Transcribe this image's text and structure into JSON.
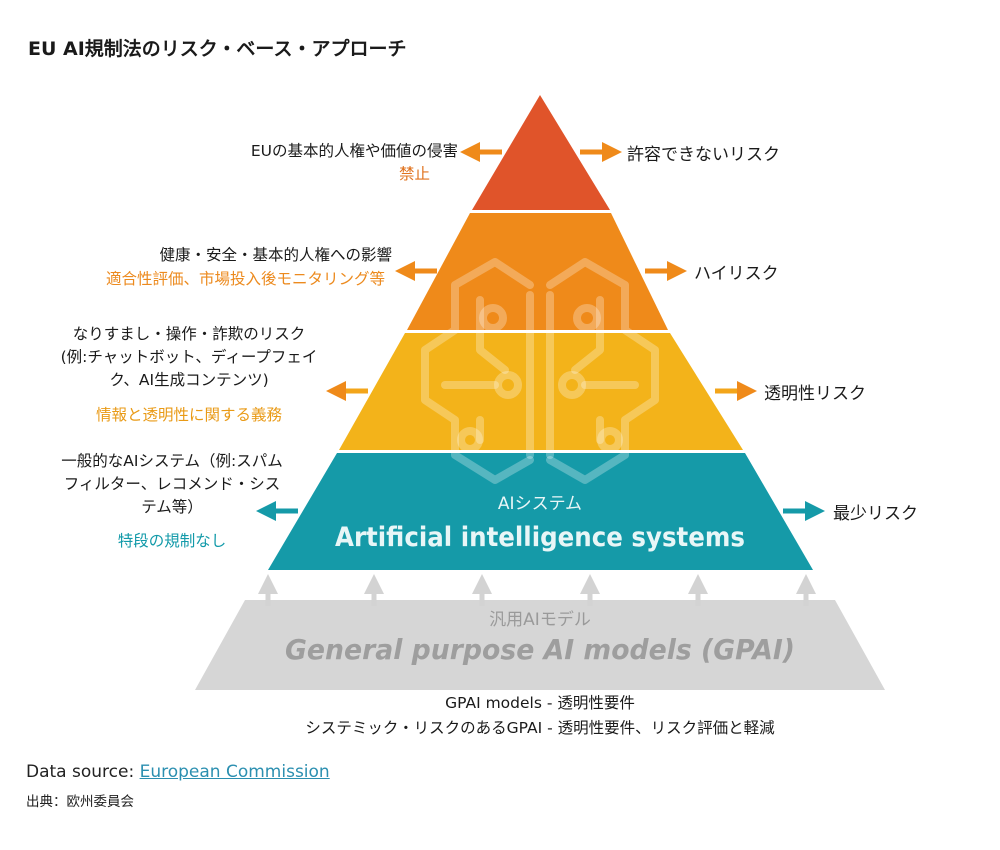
{
  "title": "EU  AI規制法のリスク・ベース・アプローチ",
  "colors": {
    "unacceptable": "#e0542a",
    "high": "#ef8a1a",
    "transparency": "#f3b31a",
    "minimal": "#159aa8",
    "gpai": "#d6d6d6",
    "sub_unacceptable": "#e0731f",
    "sub_high": "#ec8a1e",
    "sub_transparency": "#e99a16",
    "sub_minimal": "#129aa9"
  },
  "tiers": [
    {
      "left_lines": [
        "EUの基本的人権や価値の侵害"
      ],
      "sub": "禁止",
      "right": "許容できないリスク"
    },
    {
      "left_lines": [
        "健康・安全・基本的人権への影響"
      ],
      "sub": "適合性評価、市場投入後モニタリング等",
      "right": "ハイリスク"
    },
    {
      "left_lines": [
        "なりすまし・操作・詐欺のリスク",
        "(例:チャットボット、ディープフェイ",
        "ク、AI生成コンテンツ)"
      ],
      "sub": "情報と透明性に関する義務",
      "right": "透明性リスク"
    },
    {
      "left_lines": [
        "一般的なAIシステム（例:スパム",
        "フィルター、レコメンド・シス",
        "テム等）"
      ],
      "sub": "特段の規制なし",
      "right": "最少リスク"
    }
  ],
  "ai_system": {
    "label_jp": "AIシステム",
    "label_en": "Artificial intelligence systems"
  },
  "gpai": {
    "label_jp": "汎用AIモデル",
    "label_en": "General purpose AI models (GPAI)",
    "note_lines": [
      "GPAI models - 透明性要件",
      "システミック・リスクのあるGPAI - 透明性要件、リスク評価と軽減"
    ]
  },
  "source": {
    "prefix": "Data source: ",
    "link": "European Commission",
    "jp": "出典：欧州委員会"
  }
}
